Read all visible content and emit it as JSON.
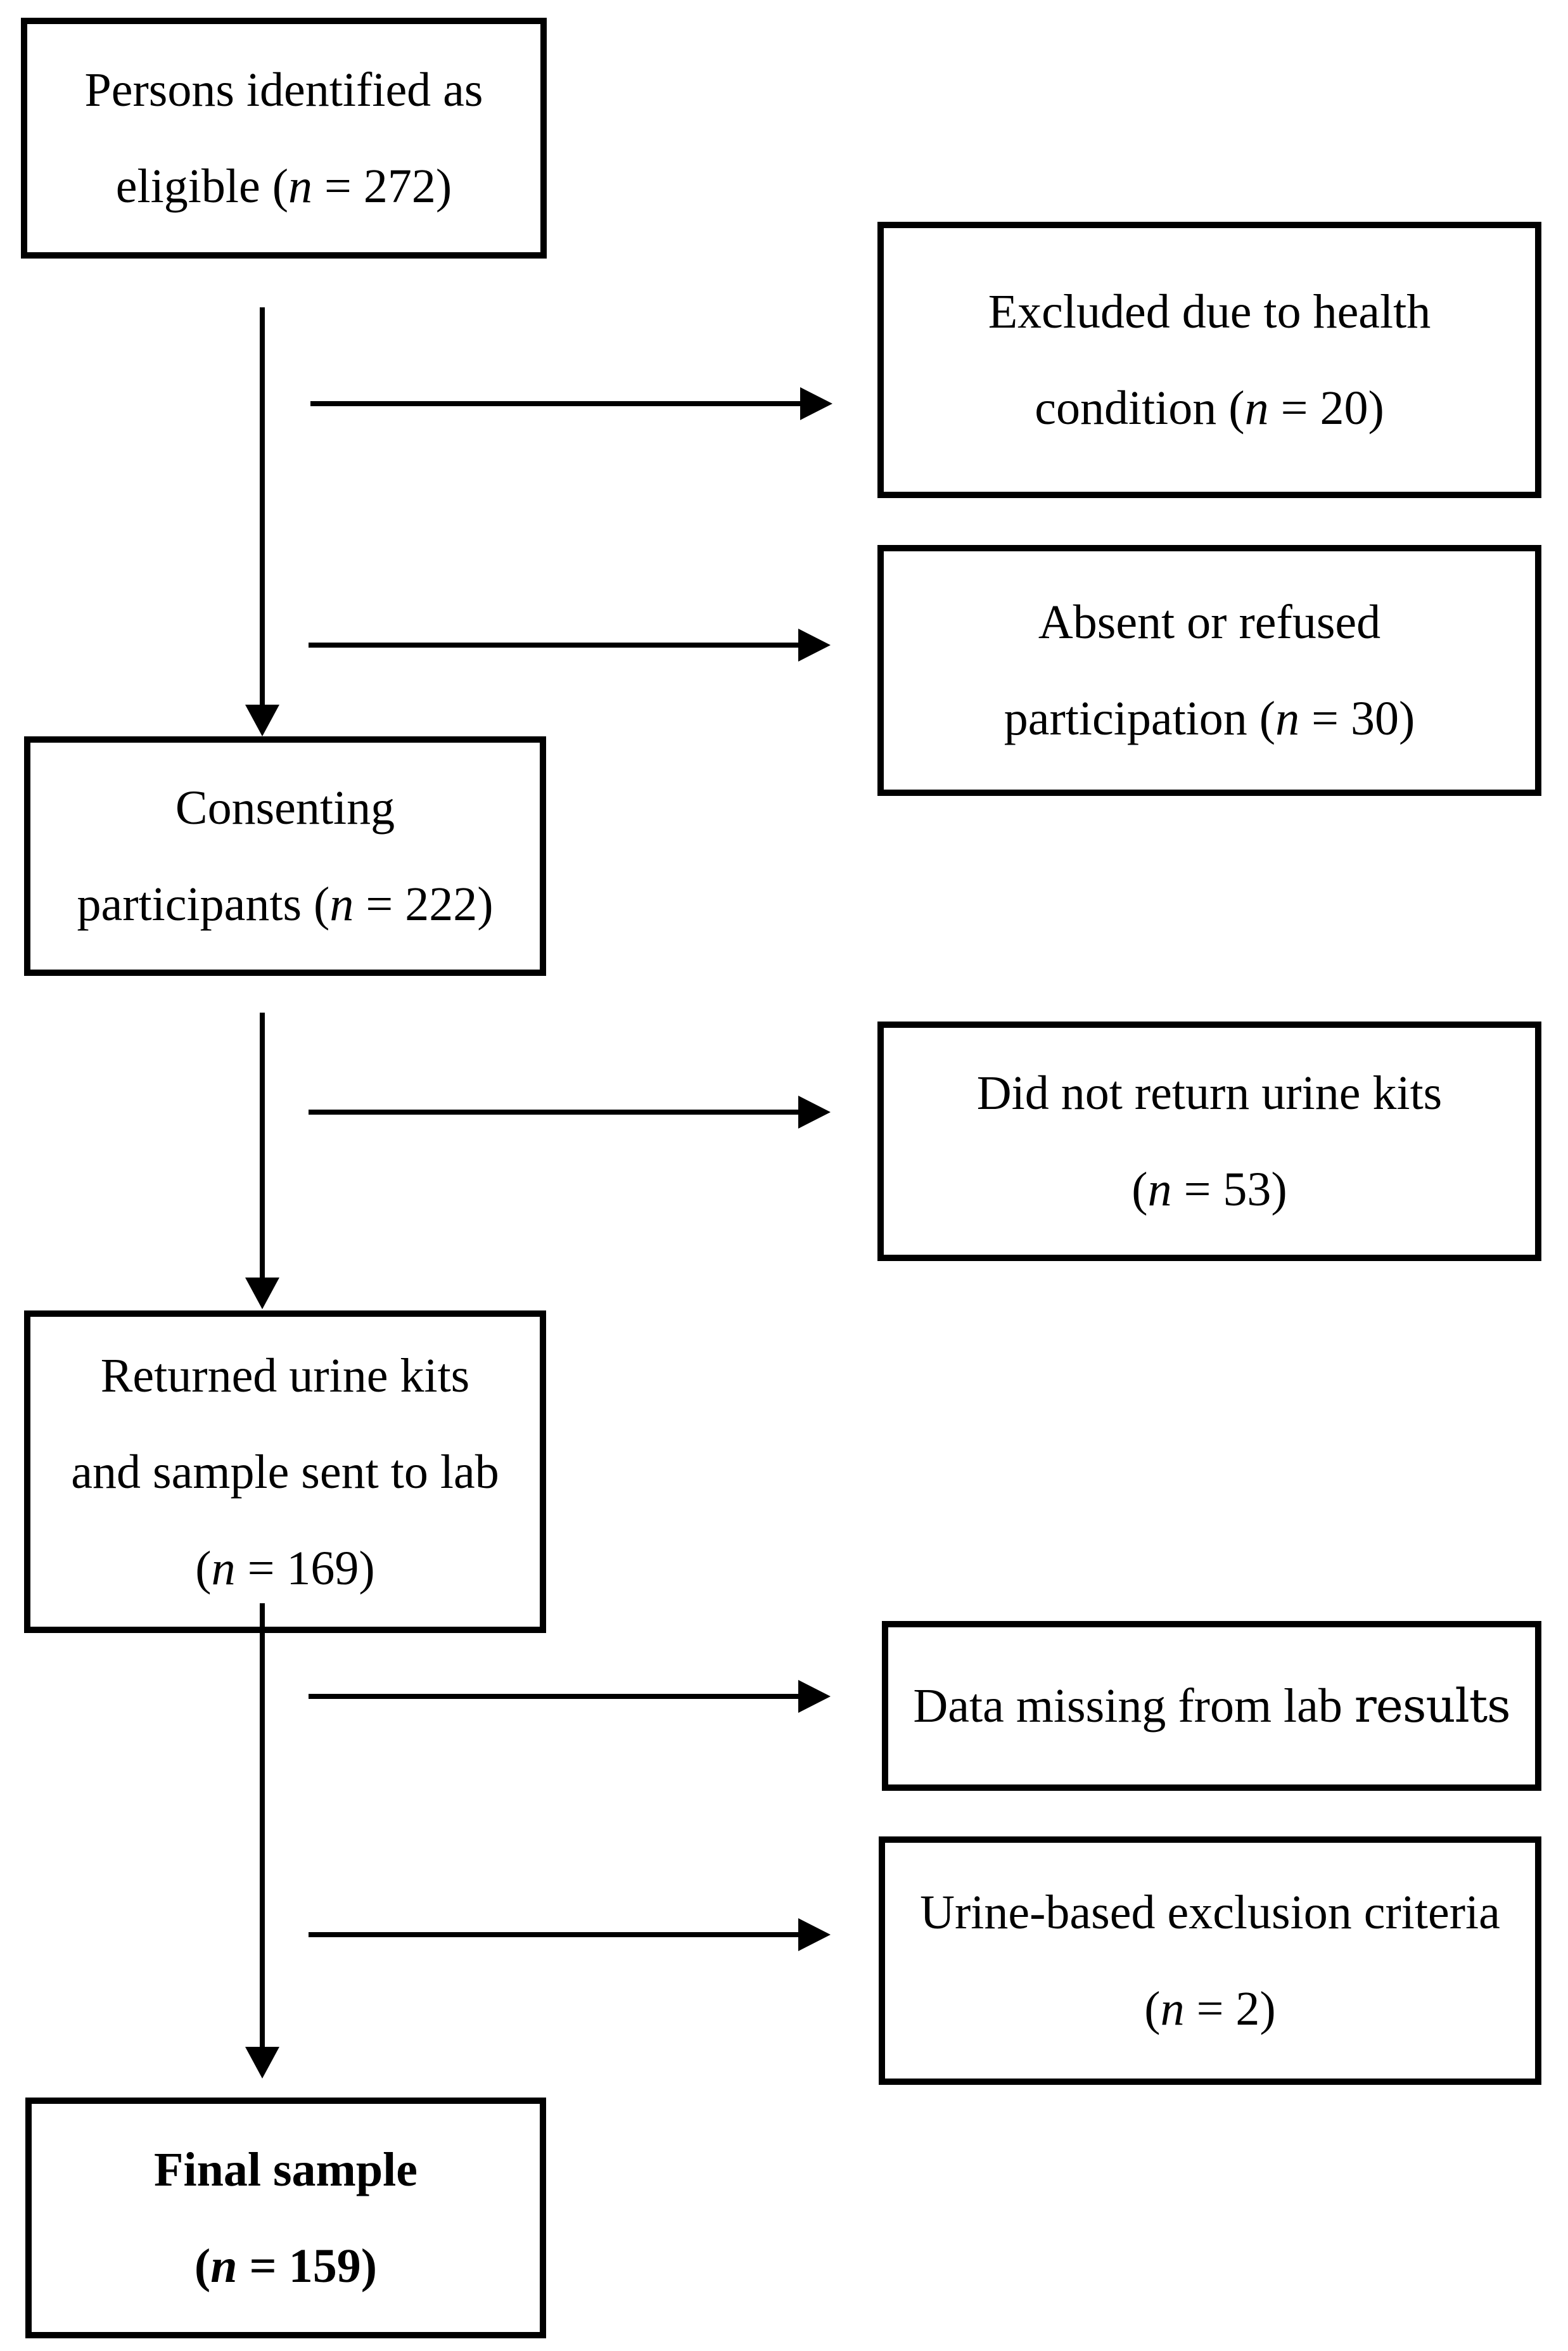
{
  "figure": {
    "background_color": "#ffffff",
    "line_color": "#000000",
    "text_color": "#000000"
  },
  "boxes": [
    {
      "name": "eligible",
      "lines": [
        {
          "pre": "Persons identified as"
        },
        {
          "pre": "eligible (",
          "n": "n",
          "post": " = 272)"
        }
      ],
      "count": 272
    },
    {
      "name": "excluded-health",
      "lines": [
        {
          "pre": "Excluded due to health"
        },
        {
          "pre": "condition (",
          "n": "n",
          "post": " = 20)"
        }
      ],
      "count": 20
    },
    {
      "name": "absent-refused",
      "lines": [
        {
          "pre": "Absent or refused"
        },
        {
          "pre": "participation (",
          "n": "n",
          "post": " = 30)"
        }
      ],
      "count": 30
    },
    {
      "name": "consenting",
      "lines": [
        {
          "pre": "Consenting"
        },
        {
          "pre": "participants (",
          "n": "n",
          "post": " = 222)"
        }
      ],
      "count": 222
    },
    {
      "name": "did-not-return",
      "lines": [
        {
          "pre": "Did not return urine kits"
        },
        {
          "pre": "(",
          "n": "n",
          "post": " = 53)"
        }
      ],
      "count": 53
    },
    {
      "name": "returned-kits",
      "lines": [
        {
          "pre": "Returned urine kits"
        },
        {
          "pre": "and sample sent to lab"
        },
        {
          "pre": "(",
          "n": "n",
          "post": " = 169)"
        }
      ],
      "count": 169
    },
    {
      "name": "data-missing",
      "lines": [
        {
          "pre": "Data missing from lab ",
          "alt": "results"
        }
      ]
    },
    {
      "name": "urine-exclusion",
      "lines": [
        {
          "pre": "Urine-based exclusion criteria"
        },
        {
          "pre": "(",
          "n": "n",
          "post": " = 2)"
        }
      ],
      "count": 2
    },
    {
      "name": "final-sample",
      "lines": [
        {
          "pre": "Final sample"
        },
        {
          "pre": "(",
          "n": "n",
          "post": " = 159)"
        }
      ],
      "count": 159
    }
  ]
}
